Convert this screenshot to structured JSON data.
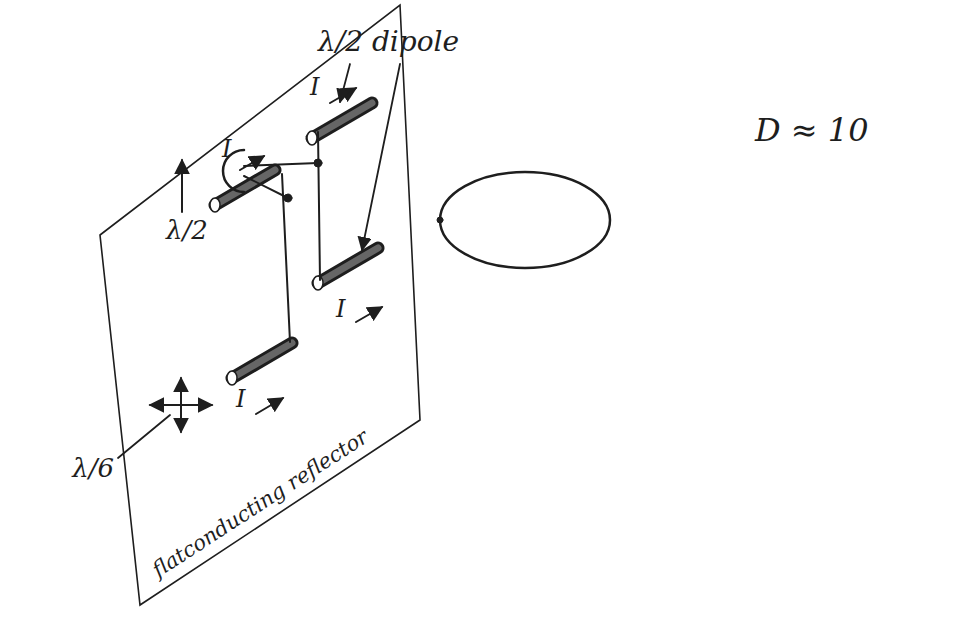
{
  "diagram": {
    "nodes": [
      {
        "text": [
          "flatconducting reflector"
        ]
      }
    ],
    "labels": [
      "λ/2 dipole",
      "I",
      "I",
      "I",
      "I",
      "λ/2",
      "λ/6",
      "D ≈ 10"
    ]
  }
}
